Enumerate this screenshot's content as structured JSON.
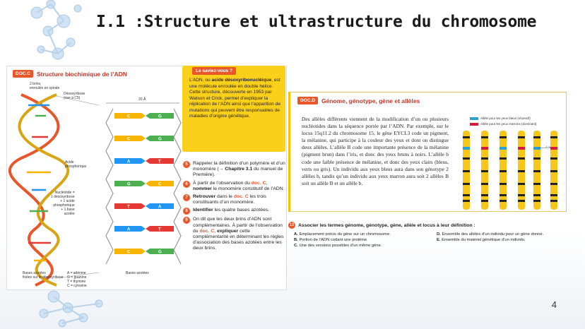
{
  "title": "I.1 :Structure et ultrastructure du chromosome",
  "page_number": "4",
  "docc": {
    "tag": "DOC.C",
    "heading": "Structure biochimique de l’ADN",
    "labels": {
      "brins": "2 brins,",
      "brins2": "enroulés en spirale",
      "desox": "Désoxyribose",
      "desox2": "(ose à C5)",
      "width": "20 Å",
      "acide": "Acide",
      "acide2": "phosphorique",
      "nuc1": "Nucléotide =",
      "nuc2": "1 désoxyribose",
      "nuc3": "+ 1 acide",
      "nuc4": "phosphorique",
      "nuc5": "+ 1 base",
      "nuc6": "azotée",
      "bases1": "Bases azotées",
      "bases2": "fixées sur le désoxyribose",
      "bases3": "Bases azotées"
    },
    "legend": [
      "A = adénine",
      "G = guanine",
      "T = thymine",
      "C = cytosine"
    ],
    "pairs": [
      {
        "l": "C",
        "r": "G",
        "lc": "#f7b500",
        "rc": "#4caf50"
      },
      {
        "l": "C",
        "r": "G",
        "lc": "#f7b500",
        "rc": "#4caf50"
      },
      {
        "l": "A",
        "r": "T",
        "lc": "#2196f3",
        "rc": "#e53935"
      },
      {
        "l": "G",
        "r": "C",
        "lc": "#4caf50",
        "rc": "#f7b500"
      },
      {
        "l": "T",
        "r": "A",
        "lc": "#e53935",
        "rc": "#2196f3"
      },
      {
        "l": "A",
        "r": "T",
        "lc": "#2196f3",
        "rc": "#e53935"
      },
      {
        "l": "C",
        "r": "G",
        "lc": "#f7b500",
        "rc": "#4caf50"
      }
    ]
  },
  "saviez": {
    "head": "Le saviez-vous ?",
    "t1": "L’ADN, ou ",
    "t2": "acide désoxyribonucléique",
    "t3": ", est une molécule enroulée en double hélice. Cette structure, découverte en 1953 par Watson et Crick, permet d’expliquer la réplication de l’ADN ainsi que l’apparition de mutations qui peuvent être responsables de maladies d’origine génétique."
  },
  "questions": [
    {
      "n": "5",
      "a": "Rappeler la définition d’un polymère et d’un monomère (→ ",
      "b": "Chapitre 3.1",
      "c": " du manuel de Première)."
    },
    {
      "n": "6",
      "a": "À partir de l’observation du ",
      "b": "doc. C",
      "c": ", ",
      "d": "nommer",
      "e": " le monomère constitutif de l’ADN."
    },
    {
      "n": "7",
      "a": "",
      "b": "Retrouver",
      "c": " dans le ",
      "d": "doc. C",
      "e": " les trois constituants d’un monomère."
    },
    {
      "n": "8",
      "a": "",
      "b": "Identifier",
      "c": " les quatre bases azotées.",
      "d": "",
      "e": ""
    },
    {
      "n": "9",
      "a": "On dit que les deux brins d’ADN sont complémentaires. À partir de l’observation du ",
      "b": "doc. C",
      "c": ", ",
      "d": "expliquer",
      "e": " cette complémentarité en déterminant les règles d’association des bases azotées entre les deux brins."
    }
  ],
  "docd": {
    "tag": "DOC.D",
    "heading": "Génome, génotype, gène et allèles",
    "body": "Des allèles différents viennent de la modification d’un ou plusieurs nucléotides dans la séquence portée par l’ADN. Par exemple, sur le locus 15q11.2 du chromosome 15, le gène EYCL3 code un pigment, la mélanine, qui participe à la couleur des yeux et dont on distingue deux allèles. L’allèle B code une importante présence de la mélanine (pigment brun) dans l’iris, et donc des yeux bruns à noirs. L’allèle b code une faible présence de mélanine, et donc des yeux clairs (bleus, verts ou gris). Un individu aux yeux bleus aura dans son génotype 2 allèles b, tandis qu’un individu aux yeux marron aura soit 2 allèles B soit un allèle B et un allèle b.",
    "leg_blue": "Allèle pour les yeux bleus (récessif)",
    "leg_red": "Allèle pour les yeux marrons (dominant)",
    "locus": "Locus",
    "colors": {
      "blue": "#29a3d6",
      "red": "#d81b3b",
      "chrom": "#f7c61a"
    }
  },
  "bottom": {
    "n": "10",
    "q": "Associer les termes génome, génotype, gène, allèle et locus à leur définition :",
    "items": [
      {
        "k": "A.",
        "t": "Emplacement précis du gène sur un chromosome."
      },
      {
        "k": "D.",
        "t": "Ensemble des allèles d’un individu pour un gène donné."
      },
      {
        "k": "B.",
        "t": "Portion de l’ADN codant une protéine."
      },
      {
        "k": "E.",
        "t": "Ensemble du matériel génétique d’un individu."
      },
      {
        "k": "C.",
        "t": "Une des versions possibles d’un même gène."
      },
      {
        "k": "",
        "t": ""
      }
    ]
  }
}
